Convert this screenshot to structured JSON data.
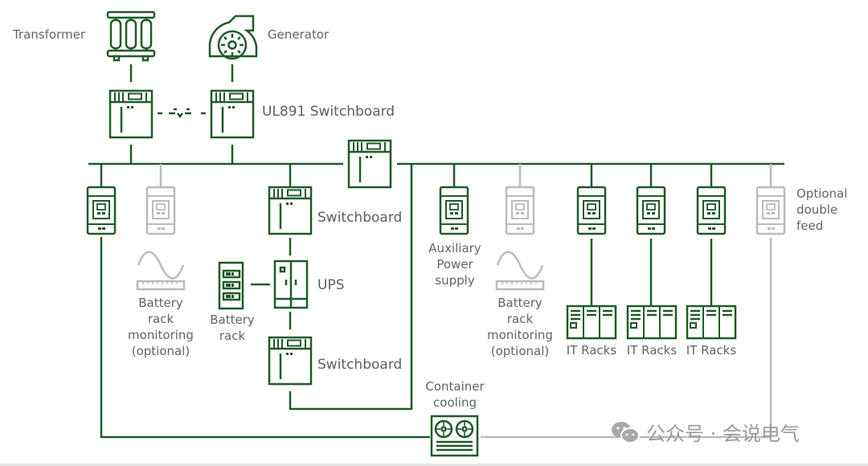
{
  "colors": {
    "line_active": "#1f5a28",
    "line_optional": "#b8bdb8",
    "label_text": "#5f6660",
    "watermark_text": "#9a9a9a"
  },
  "labels": {
    "transformer": "Transformer",
    "generator": "Generator",
    "ul891_switchboard": "UL891 Switchboard",
    "switchboard_upper": "Switchboard",
    "ups": "UPS",
    "battery_rack": [
      "Battery",
      "rack"
    ],
    "switchboard_lower": "Switchboard",
    "battery_monitoring_left": [
      "Battery",
      "rack",
      "monitoring",
      "(optional)"
    ],
    "auxiliary_power": [
      "Auxiliary",
      "Power",
      "supply"
    ],
    "battery_monitoring_right": [
      "Battery",
      "rack",
      "monitoring",
      "(optional)"
    ],
    "it_racks": [
      "IT Racks",
      "IT Racks",
      "IT Racks"
    ],
    "optional_double_feed": [
      "Optional",
      "double",
      "feed"
    ],
    "container_cooling": [
      "Container",
      "cooling"
    ]
  },
  "watermark": {
    "icon": "wechat-icon",
    "text": "公众号 · 会说电气"
  }
}
